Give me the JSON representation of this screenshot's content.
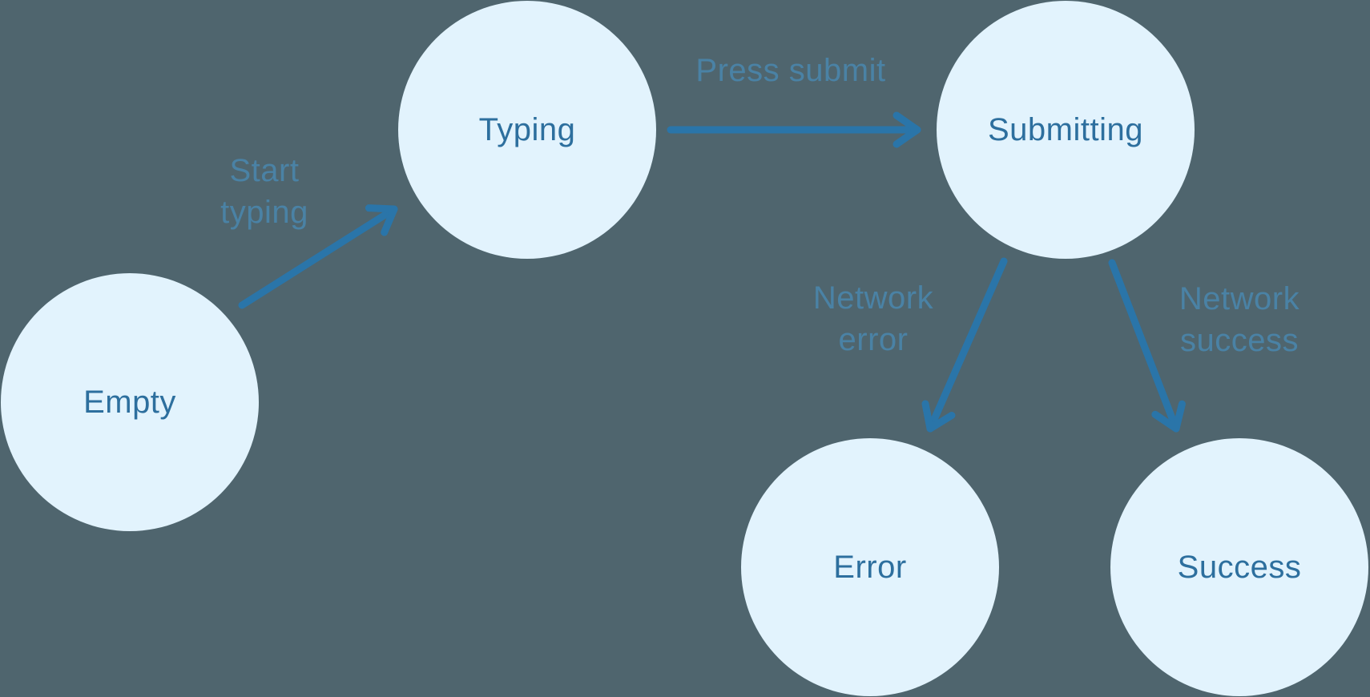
{
  "colors": {
    "background": "#4f656e",
    "node_fill": "#e2f3fd",
    "node_text": "#2d6f9e",
    "arrow": "#2a75a9",
    "edge_label_text": "#4a82a5"
  },
  "nodes": [
    {
      "id": "empty",
      "label": "Empty"
    },
    {
      "id": "typing",
      "label": "Typing"
    },
    {
      "id": "submitting",
      "label": "Submitting"
    },
    {
      "id": "error",
      "label": "Error"
    },
    {
      "id": "success",
      "label": "Success"
    }
  ],
  "edges": [
    {
      "id": "start-typing",
      "from": "empty",
      "to": "typing",
      "label": "Start\ntyping"
    },
    {
      "id": "press-submit",
      "from": "typing",
      "to": "submitting",
      "label": "Press submit"
    },
    {
      "id": "network-error",
      "from": "submitting",
      "to": "error",
      "label": "Network\nerror"
    },
    {
      "id": "network-success",
      "from": "submitting",
      "to": "success",
      "label": "Network\nsuccess"
    }
  ]
}
